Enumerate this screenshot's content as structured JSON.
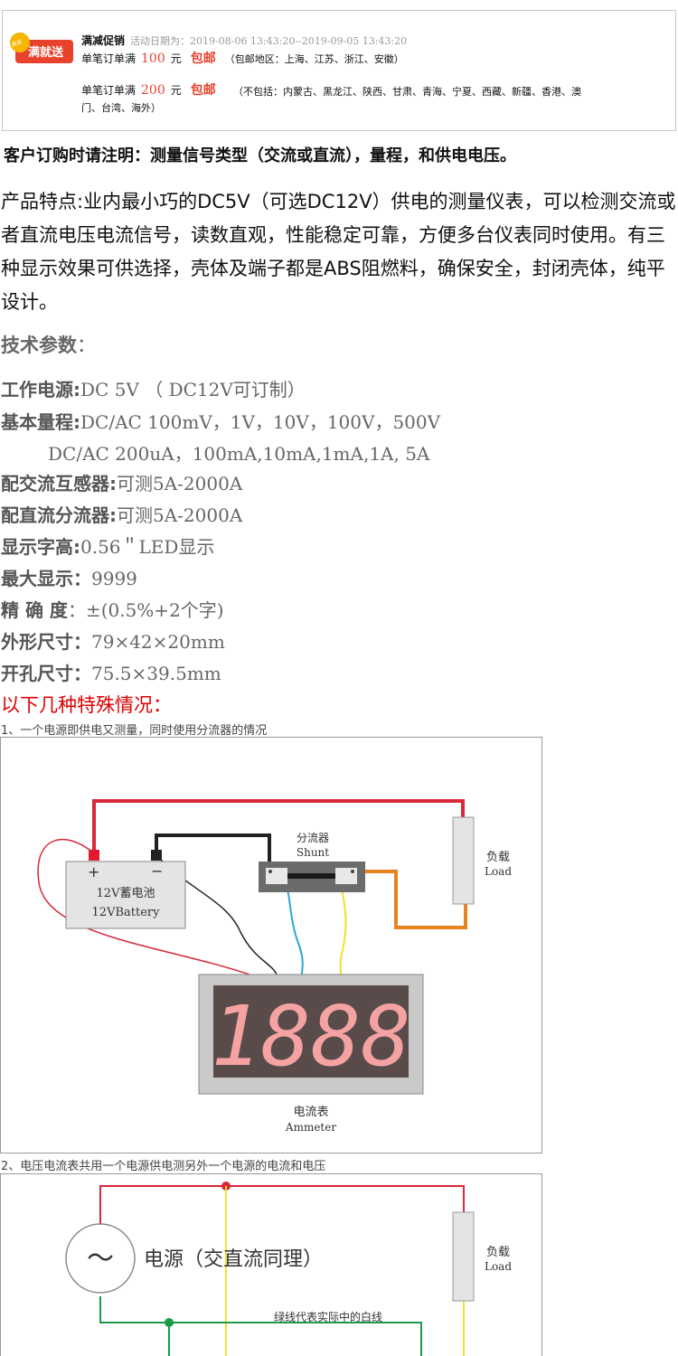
{
  "promo": {
    "badge_text": "满就送",
    "badge_mini": "满减",
    "title": "满减促销",
    "date_range": "活动日期为：2019-08-06 13:43:20--2019-09-05 13:43:20",
    "row1": {
      "prefix": "单笔订单满",
      "amount": "100",
      "unit": "元",
      "free": "包邮",
      "note": "（包邮地区：上海、江苏、浙江、安徽）"
    },
    "row2": {
      "prefix": "单笔订单满",
      "amount": "200",
      "unit": "元",
      "free": "包邮",
      "note": "（不包括：内蒙古、黑龙江、陕西、甘肃、青海、宁夏、西藏、新疆、香港、澳",
      "note_cont": "门、台湾、海外）"
    }
  },
  "notice": "客户订购时请注明：测量信号类型（交流或直流），量程，和供电电压。",
  "intro": "产品特点:业内最小巧的DC5V（可选DC12V）供电的测量仪表，可以检测交流或者直流电压电流信号，读数直观，性能稳定可靠，方便多台仪表同时使用。有三种显示效果可供选择，壳体及端子都是ABS阻燃料，确保安全，封闭壳体，纯平设计。",
  "spec_title": "技术参数",
  "spec_title_colon": "：",
  "specs": [
    {
      "key": "工作电源:",
      "value": "DC 5V （ DC12V可订制）"
    },
    {
      "key": "基本量程:",
      "value": "DC/AC 100mV，1V，10V，100V，500V"
    },
    {
      "key": "",
      "value": "DC/AC 200uA，100mA,10mA,1mA,1A, 5A"
    },
    {
      "key": "配交流互感器:",
      "value": "可测5A-2000A"
    },
    {
      "key": "配直流分流器:",
      "value": "可测5A-2000A"
    },
    {
      "key": "显示字高:",
      "value": "0.56＂LED显示"
    },
    {
      "key": "最大显示：",
      "value": "9999"
    },
    {
      "key": "精 确 度",
      "value": "：±(0.5%+2个字)"
    },
    {
      "key": "外形尺寸：",
      "value": "79×42×20mm"
    },
    {
      "key": "开孔尺寸：",
      "value": "75.5×39.5mm"
    }
  ],
  "special_title": "以下几种特殊情况：",
  "diagram1": {
    "caption": "1、一个电源即供电又测量，同时使用分流器的情况",
    "battery_cn": "12V蓄电池",
    "battery_en": "12VBattery",
    "plus": "+",
    "minus": "−",
    "shunt_cn": "分流器",
    "shunt_en": "Shunt",
    "load_cn": "负载",
    "load_en": "Load",
    "display": "1888",
    "meter_cn": "电流表",
    "meter_en": "Ammeter"
  },
  "diagram2": {
    "caption": "2、电压电流表共用一个电源供电测另外一个电源的电流和电压",
    "ac_symbol": "～",
    "source": "电源（交直流同理）",
    "load_cn": "负载",
    "load_en": "Load",
    "green_note": "绿线代表实际中的白线"
  },
  "colors": {
    "accent_red": "#e8412c",
    "wire_red": "#d9283a",
    "wire_orange": "#e8821e",
    "wire_blue": "#2aa7d8",
    "wire_yellow": "#f2e12a",
    "wire_green": "#1a9a4a",
    "led": "#f4a2a2"
  }
}
